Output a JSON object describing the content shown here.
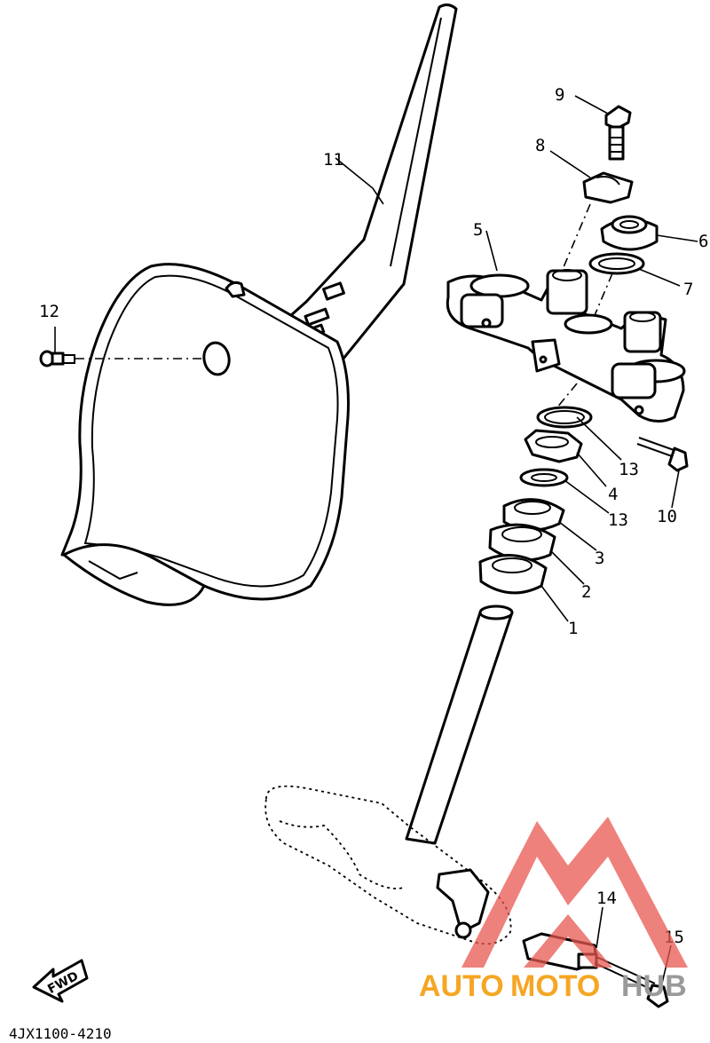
{
  "diagram_code": "4JX1100-4210",
  "fwd_label": "FWD",
  "callouts": {
    "p1": "1",
    "p2": "2",
    "p3": "3",
    "p4": "4",
    "p5": "5",
    "p6": "6",
    "p7": "7",
    "p8": "8",
    "p9": "9",
    "p10": "10",
    "p11": "11",
    "p12": "12",
    "p13a": "13",
    "p13b": "13",
    "p14": "14",
    "p15": "15"
  },
  "watermark": {
    "auto": "AUTO",
    "moto": "MOTO",
    "hub": "HUB",
    "color_red": "#e8574f",
    "color_orange": "#f5a623",
    "color_gray": "#9a9a9a"
  }
}
